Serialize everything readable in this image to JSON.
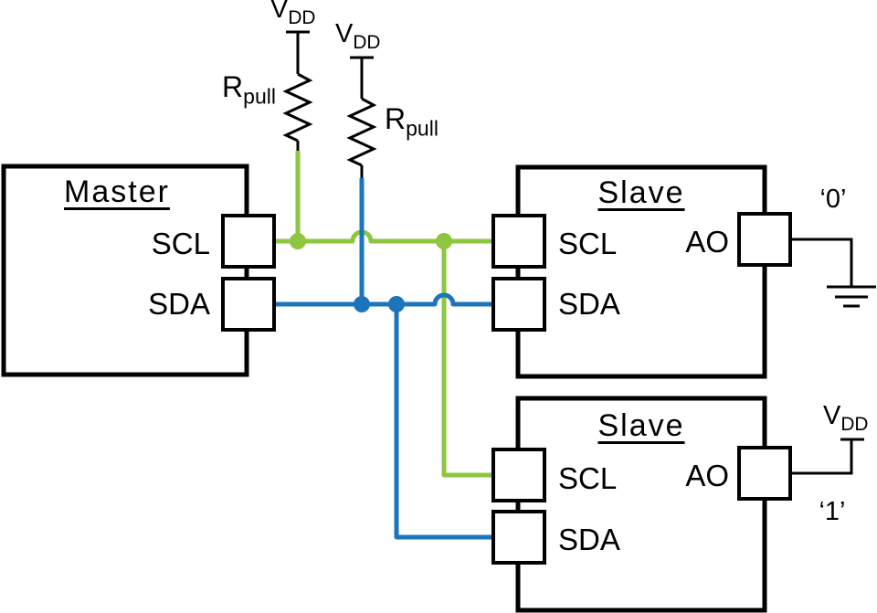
{
  "nets": {
    "scl": {
      "label": "SCL",
      "color": "#8DC63F"
    },
    "sda": {
      "label": "SDA",
      "color": "#1B75BC"
    }
  },
  "power": {
    "vdd": {
      "base": "V",
      "sub": "DD"
    },
    "rpull": {
      "base": "R",
      "sub": "pull"
    }
  },
  "blocks": {
    "master": {
      "title": "Master",
      "pins": {
        "scl": "SCL",
        "sda": "SDA"
      }
    },
    "slave_top": {
      "title": "Slave",
      "pins": {
        "scl": "SCL",
        "sda": "SDA",
        "ao": "AO"
      },
      "address": "‘0’"
    },
    "slave_bottom": {
      "title": "Slave",
      "pins": {
        "scl": "SCL",
        "sda": "SDA",
        "ao": "AO"
      },
      "address": "‘1’"
    }
  }
}
